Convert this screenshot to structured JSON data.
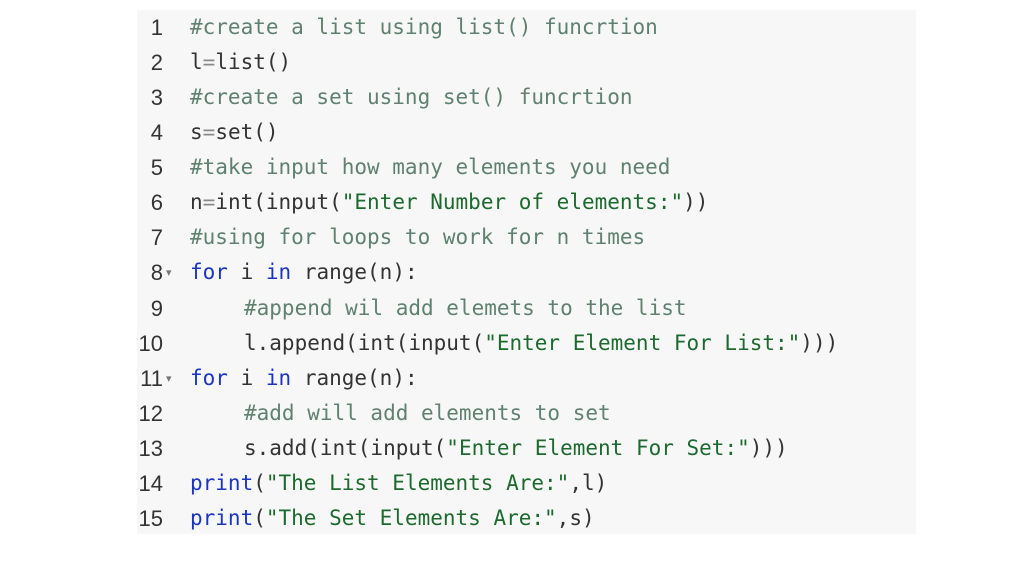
{
  "editor": {
    "lines": [
      {
        "num": "1",
        "fold": "",
        "parts": [
          [
            "cmt",
            "#create a list using list() funcrtion"
          ]
        ]
      },
      {
        "num": "2",
        "fold": "",
        "parts": [
          [
            "txt",
            "l"
          ],
          [
            "op",
            "="
          ],
          [
            "txt",
            "list()"
          ]
        ]
      },
      {
        "num": "3",
        "fold": "",
        "parts": [
          [
            "cmt",
            "#create a set using set() funcrtion"
          ]
        ]
      },
      {
        "num": "4",
        "fold": "",
        "parts": [
          [
            "txt",
            "s"
          ],
          [
            "op",
            "="
          ],
          [
            "txt",
            "set()"
          ]
        ]
      },
      {
        "num": "5",
        "fold": "",
        "parts": [
          [
            "cmt",
            "#take input how many elements you need"
          ]
        ]
      },
      {
        "num": "6",
        "fold": "",
        "parts": [
          [
            "txt",
            "n"
          ],
          [
            "op",
            "="
          ],
          [
            "txt",
            "int(input("
          ],
          [
            "str",
            "\"Enter Number of elements:\""
          ],
          [
            "txt",
            "))"
          ]
        ]
      },
      {
        "num": "7",
        "fold": "",
        "parts": [
          [
            "cmt",
            "#using for loops to work for n times"
          ]
        ]
      },
      {
        "num": "8",
        "fold": "▾",
        "parts": [
          [
            "kw",
            "for"
          ],
          [
            "txt",
            " i "
          ],
          [
            "kw",
            "in"
          ],
          [
            "txt",
            " range(n):"
          ]
        ]
      },
      {
        "num": "9",
        "fold": "",
        "indent": true,
        "parts": [
          [
            "cmt",
            "#append wil add elemets to the list"
          ]
        ]
      },
      {
        "num": "10",
        "fold": "",
        "indent": true,
        "parts": [
          [
            "txt",
            "l.append(int(input("
          ],
          [
            "str",
            "\"Enter Element For List:\""
          ],
          [
            "txt",
            ")))"
          ]
        ]
      },
      {
        "num": "11",
        "fold": "▾",
        "parts": [
          [
            "kw",
            "for"
          ],
          [
            "txt",
            " i "
          ],
          [
            "kw",
            "in"
          ],
          [
            "txt",
            " range(n):"
          ]
        ]
      },
      {
        "num": "12",
        "fold": "",
        "indent": true,
        "parts": [
          [
            "cmt",
            "#add will add elements to set"
          ]
        ]
      },
      {
        "num": "13",
        "fold": "",
        "indent": true,
        "parts": [
          [
            "txt",
            "s.add(int(input("
          ],
          [
            "str",
            "\"Enter Element For Set:\""
          ],
          [
            "txt",
            ")))"
          ]
        ]
      },
      {
        "num": "14",
        "fold": "",
        "parts": [
          [
            "kw",
            "print"
          ],
          [
            "txt",
            "("
          ],
          [
            "str",
            "\"The List Elements Are:\""
          ],
          [
            "txt",
            ",l)"
          ]
        ]
      },
      {
        "num": "15",
        "fold": "",
        "parts": [
          [
            "kw",
            "print"
          ],
          [
            "txt",
            "("
          ],
          [
            "str",
            "\"The Set Elements Are:\""
          ],
          [
            "txt",
            ",s)"
          ]
        ]
      }
    ]
  },
  "colors": {
    "background": "#f7f7f7",
    "comment": "#5f8170",
    "keyword": "#1a35c4",
    "string": "#1c6a2e",
    "text": "#333333"
  }
}
